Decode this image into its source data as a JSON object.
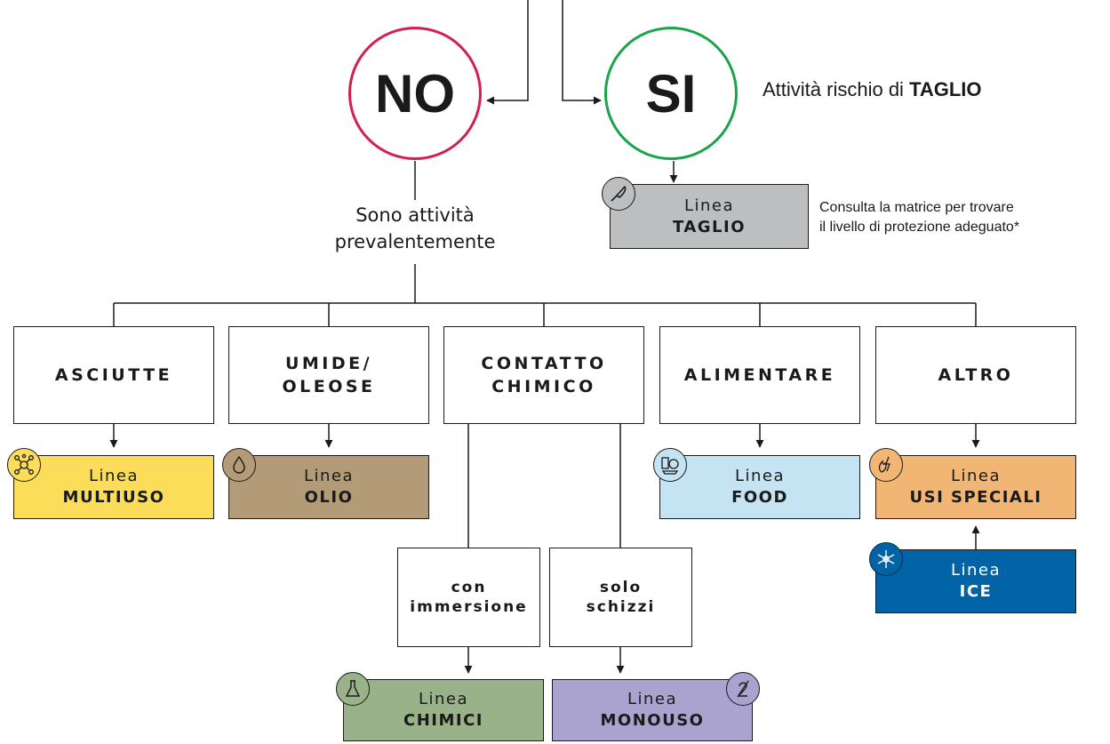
{
  "decision": {
    "no_label": "NO",
    "si_label": "SI",
    "si_note_prefix": "Attività rischio di ",
    "si_note_bold": "TAGLIO",
    "no_question_line1": "Sono attività",
    "no_question_line2": "prevalentemente"
  },
  "taglio": {
    "linea": "Linea",
    "name": "TAGLIO",
    "note_line1": "Consulta la matrice per trovare",
    "note_line2": "il livello di protezione adeguato*"
  },
  "categories": {
    "asciutte": "ASCIUTTE",
    "umide": "UMIDE/\nOLEOSE",
    "chimico": "CONTATTO\nCHIMICO",
    "alimentare": "ALIMENTARE",
    "altro": "ALTRO"
  },
  "sub_options": {
    "immersione": "con\nimmersione",
    "schizzi": "solo\nschizzi"
  },
  "lines": {
    "multiuso": {
      "linea": "Linea",
      "name": "MULTIUSO"
    },
    "olio": {
      "linea": "Linea",
      "name": "OLIO"
    },
    "food": {
      "linea": "Linea",
      "name": "FOOD"
    },
    "usi_speciali": {
      "linea": "Linea",
      "name": "USI SPECIALI"
    },
    "ice": {
      "linea": "Linea",
      "name": "ICE"
    },
    "chimici": {
      "linea": "Linea",
      "name": "CHIMICI"
    },
    "monouso": {
      "linea": "Linea",
      "name": "MONOUSO"
    }
  },
  "colors": {
    "no_ring": "#d21f4d",
    "si_ring": "#1aa34a",
    "taglio": "#bcbec0",
    "multiuso": "#fbdd5a",
    "olio": "#b39b77",
    "food": "#c4e3f3",
    "usi_speciali": "#f1b574",
    "ice": "#0063a5",
    "chimici": "#99b28a",
    "monouso": "#aba3cf"
  },
  "icons": {
    "taglio": "knife-icon",
    "multiuso": "network-nodes-icon",
    "olio": "oil-drop-icon",
    "food": "food-basket-icon",
    "usi_speciali": "fire-lightning-icon",
    "ice": "snowflake-sun-icon",
    "chimici": "flask-icon",
    "monouso": "disposable-2-icon"
  }
}
